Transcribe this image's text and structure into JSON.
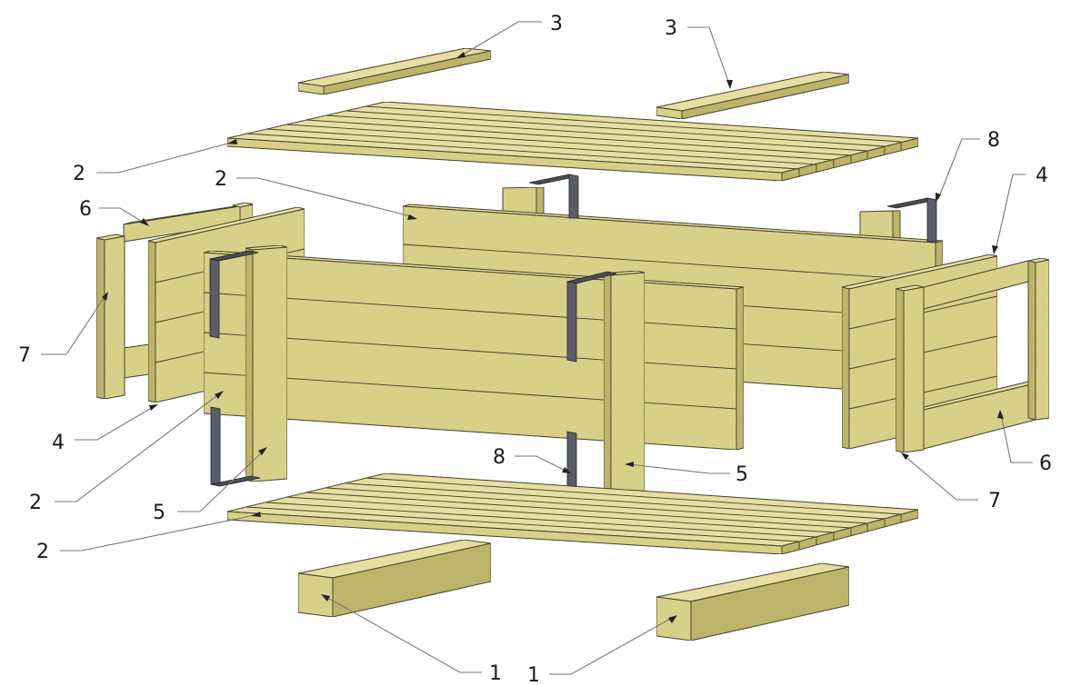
{
  "colors": {
    "wood_top": "#e9e2a4",
    "wood_front": "#d9d18a",
    "wood_side": "#bdb46a",
    "wood_dark": "#a89f58",
    "bracket": "#4a4c55",
    "bracket_light": "#6a6d78",
    "leader_line": "#777777",
    "text": "#1a1a1a"
  },
  "callouts": [
    {
      "id": "part-3-left",
      "label": "3"
    },
    {
      "id": "part-3-right",
      "label": "3"
    },
    {
      "id": "part-2-top-panel",
      "label": "2"
    },
    {
      "id": "part-2-back-wall",
      "label": "2"
    },
    {
      "id": "part-8-top-bracket",
      "label": "8"
    },
    {
      "id": "part-6-left",
      "label": "6"
    },
    {
      "id": "part-4-right",
      "label": "4"
    },
    {
      "id": "part-7-left",
      "label": "7"
    },
    {
      "id": "part-4-left",
      "label": "4"
    },
    {
      "id": "part-2-front-wall",
      "label": "2"
    },
    {
      "id": "part-5-left",
      "label": "5"
    },
    {
      "id": "part-8-bottom-bracket",
      "label": "8"
    },
    {
      "id": "part-5-right",
      "label": "5"
    },
    {
      "id": "part-6-right",
      "label": "6"
    },
    {
      "id": "part-7-right",
      "label": "7"
    },
    {
      "id": "part-2-bottom-panel",
      "label": "2"
    },
    {
      "id": "part-1-left",
      "label": "1"
    },
    {
      "id": "part-1-right",
      "label": "1"
    }
  ]
}
